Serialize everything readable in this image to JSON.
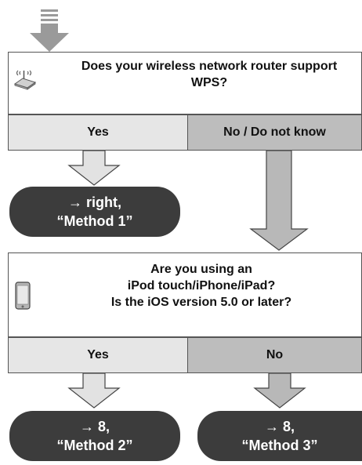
{
  "q1": {
    "text_line1": "Does your wireless network router support",
    "text_line2": "WPS?",
    "yes_label": "Yes",
    "no_label": "No / Do not know",
    "icon": "wireless-router-icon"
  },
  "result1": {
    "line1": "→ right,",
    "line2": "“Method 1”"
  },
  "q2": {
    "text_line1": "Are you using an",
    "text_line2": "iPod touch/iPhone/iPad?",
    "text_line3": "Is the iOS version 5.0 or later?",
    "yes_label": "Yes",
    "no_label": "No",
    "icon": "smartphone-icon"
  },
  "result2": {
    "line1": "→ 8,",
    "line2": "“Method 2”"
  },
  "result3": {
    "line1": "→ 8,",
    "line2": "“Method 3”"
  },
  "colors": {
    "yes_fill": "#e6e6e6",
    "no_fill": "#bdbdbd",
    "result_fill": "#3c3c3c",
    "arrow_light": "#d9d9d9",
    "arrow_dark": "#b3b3b3"
  }
}
